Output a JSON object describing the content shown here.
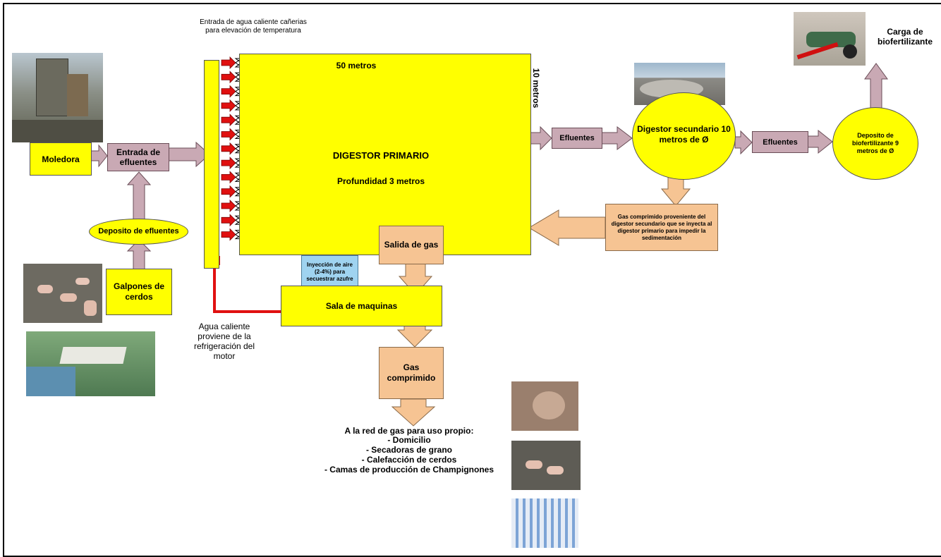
{
  "labels": {
    "inlet_water": "Entrada de agua caliente cañerias para elevación de temperatura",
    "length": "50 metros",
    "width": "10 metros",
    "primary_title": "DIGESTOR PRIMARIO",
    "primary_depth": "Profundidad 3 metros",
    "moledora": "Moledora",
    "entrada": "Entrada de efluentes",
    "deposito": "Deposito de efluentes",
    "galpones": "Galpones de cerdos",
    "efluentes_1": "Efluentes",
    "secundario": "Digestor secundario 10 metros de Ø",
    "efluentes_2": "Efluentes",
    "biofert": "Deposito de biofertilizante 9 metros de Ø",
    "carga": "Carga de biofertilizante",
    "gas_inject": "Gas comprimido proveniente del digestor secundario que se inyecta al digestor primario para impedir la sedimentación",
    "salida_gas": "Salida de gas",
    "inyeccion": "Inyección de aire (2-4%) para secuestrar azufre",
    "sala": "Sala de maquinas",
    "agua_caliente": "Agua caliente proviene de la refrigeración del motor",
    "gas_comprimido": "Gas comprimido",
    "red_title": "A la red de gas para uso propio:",
    "red_items": [
      "- Domicilio",
      "- Secadoras de grano",
      "- Calefacción de cerdos",
      "- Camas de producción de Champignones"
    ]
  },
  "colors": {
    "yellow": "#ffff00",
    "mauve": "#c9a9b4",
    "peach": "#f6c493",
    "sky": "#9fd3f0",
    "pipe": "#e01010"
  }
}
